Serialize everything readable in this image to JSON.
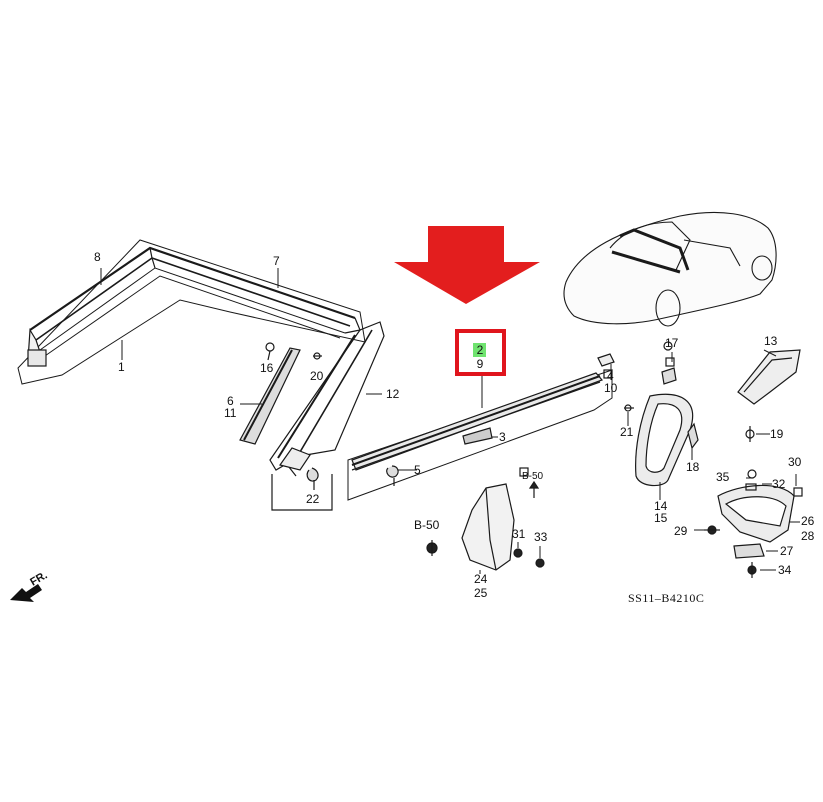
{
  "diagram": {
    "code": "SS11–B4210C",
    "direction_label": "FR.",
    "colors": {
      "arrow": "#e31e1e",
      "highlight_box": "#e0151d",
      "highlight_fill": "#6fe36f",
      "line": "#1a1a1a"
    },
    "highlight": {
      "top": "2",
      "bottom": "9"
    },
    "callouts": [
      "8",
      "7",
      "1",
      "16",
      "20",
      "6",
      "11",
      "12",
      "22",
      "4",
      "10",
      "3",
      "5",
      "17",
      "13",
      "21",
      "19",
      "18",
      "14",
      "15",
      "35",
      "32",
      "30",
      "29",
      "26",
      "28",
      "27",
      "34",
      "24",
      "25",
      "31",
      "33"
    ],
    "b50": "B-50",
    "b50_alt": "B-50"
  }
}
